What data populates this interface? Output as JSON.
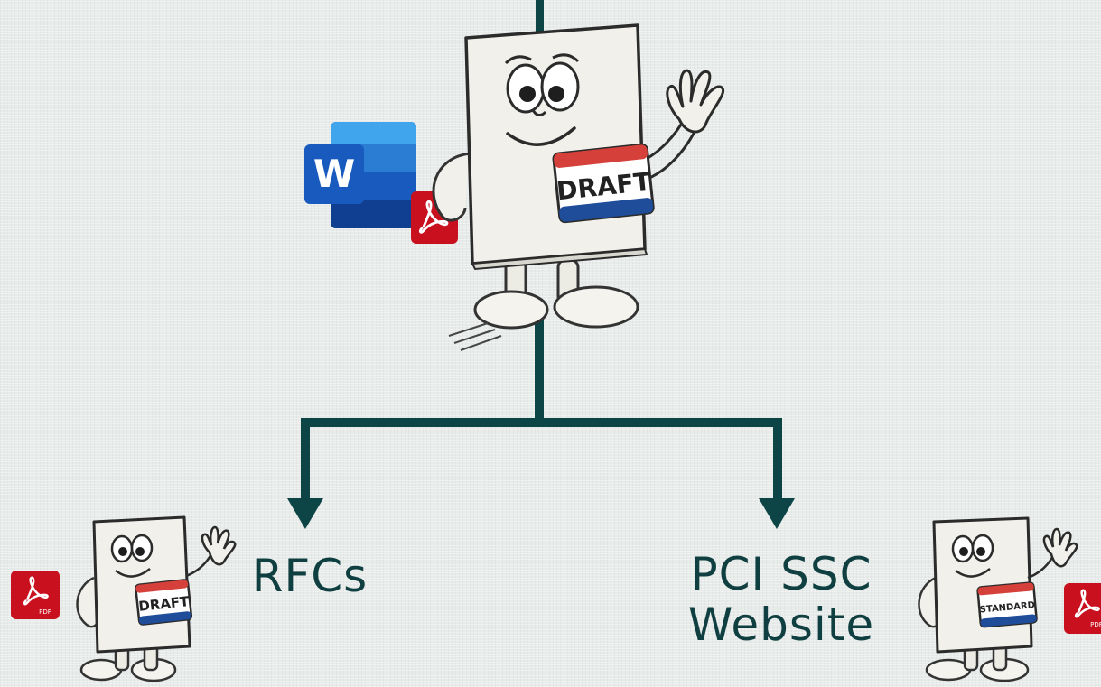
{
  "nodes": {
    "rfcs_label": "RFCs",
    "pci_label_line1": "PCI SSC",
    "pci_label_line2": "Website"
  },
  "badges": {
    "main": "DRAFT",
    "left": "DRAFT",
    "right": "STANDARD"
  },
  "icons": {
    "word_letter": "W",
    "pdf_text": "PDF"
  },
  "colors": {
    "arrow": "#0d4446",
    "pdf_red": "#c8101e",
    "word_blue": "#185abd",
    "badge_red": "#d5403b",
    "badge_blue": "#1f4d9a",
    "label_text": "#0f3f40"
  }
}
